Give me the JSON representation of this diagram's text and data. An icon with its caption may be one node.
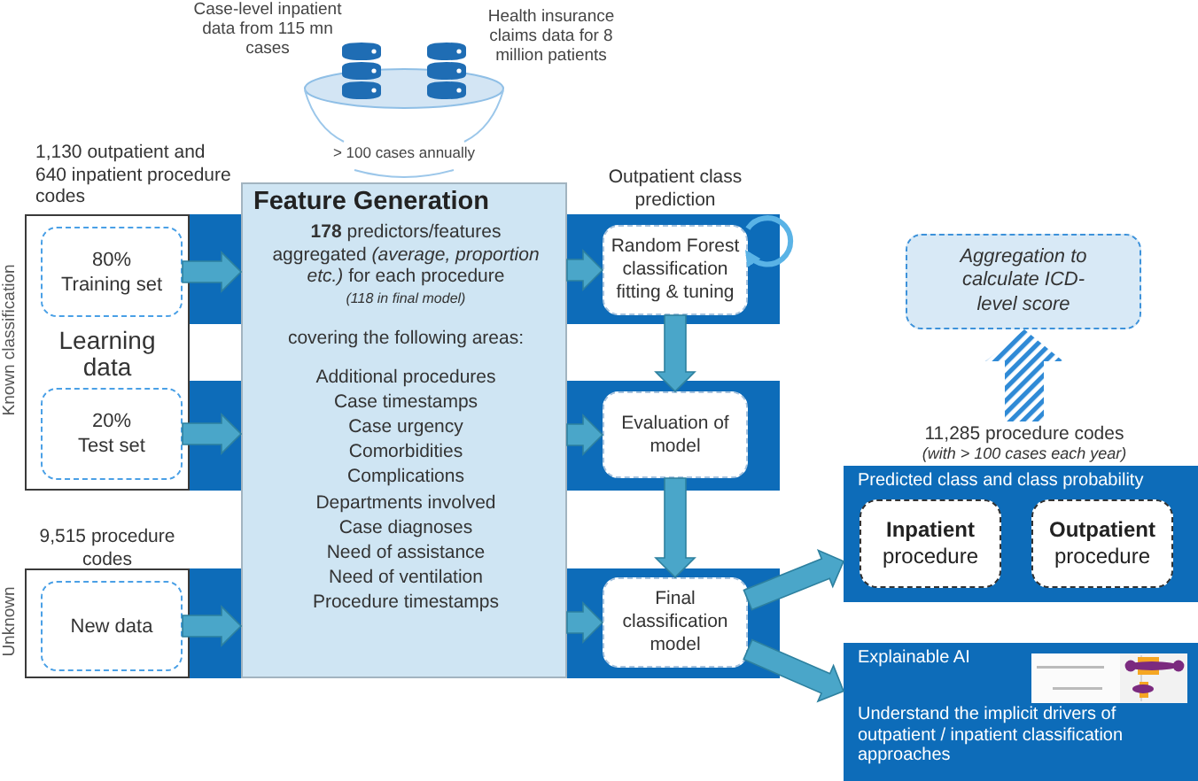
{
  "diagram": {
    "nodes": [
      {
        "text": [
          "> 100 cases annually"
        ]
      },
      {
        "text": [
          "Learning data"
        ],
        "beside": [
          "1,130 outpatient and 640 inpatient procedure codes",
          "Known classification"
        ]
      },
      {
        "text": [
          "80%",
          "Training set"
        ],
        "in": 1
      },
      {
        "text": [
          "20%",
          "Test set"
        ],
        "in": 1
      },
      {
        "text": [],
        "shape": "box",
        "beside": [
          "9,515 procedure codes",
          "Unknown"
        ]
      },
      {
        "text": [
          "New data"
        ],
        "in": 4
      },
      {
        "text": [
          "Feature Generation",
          "**178** predictors/features aggregated *(average, proportion etc.)* for each procedure",
          "(118 in final model)",
          "covering the following areas:",
          "Additional procedures",
          "Case timestamps",
          "Case urgency",
          "Comorbidities",
          "Complications",
          "Departments involved",
          "Case diagnoses",
          "Need of assistance",
          "Need of ventilation",
          "Procedure timestamps"
        ]
      },
      {
        "text": [
          "Random Forest classification fitting & tuning"
        ],
        "beside": [
          "Outpatient class prediction"
        ]
      },
      {
        "text": [
          "Evaluation of model"
        ]
      },
      {
        "text": [
          "Final classification model"
        ]
      },
      {
        "text": [
          "Aggregation to calculate ICD-level score"
        ]
      },
      {
        "text": [
          "11,285 procedure codes",
          "(with > 100 cases each year)"
        ]
      },
      {
        "text": [
          "Predicted class and class probability"
        ]
      },
      {
        "text": [
          "**Inpatient** procedure"
        ],
        "in": 12
      },
      {
        "text": [
          "**Outpatient** procedure"
        ],
        "in": 12
      },
      {
        "text": [
          "Explainable AI",
          "Understand the implicit drivers of outpatient / inpatient classification approaches"
        ]
      }
    ],
    "edges": [
      {
        "from": 2,
        "to": 6,
        "arrow": "to"
      },
      {
        "from": 3,
        "to": 6,
        "arrow": "to"
      },
      {
        "from": 5,
        "to": 6,
        "arrow": "to"
      },
      {
        "from": 6,
        "to": 7,
        "arrow": "to"
      },
      {
        "from": 6,
        "to": 8,
        "arrow": "to"
      },
      {
        "from": 6,
        "to": 9,
        "arrow": "to"
      },
      {
        "from": 7,
        "to": 8,
        "arrow": "to"
      },
      {
        "from": 8,
        "to": 9,
        "arrow": "to"
      },
      {
        "from": 9,
        "to": 12,
        "arrow": "to"
      },
      {
        "from": 9,
        "to": 15,
        "arrow": "to"
      },
      {
        "from": 11,
        "to": 10,
        "arrow": "to",
        "style": "thick",
        "color": "#2f8ad6"
      },
      {
        "from": 7,
        "to": 7,
        "arrow": "to",
        "color": "#5ab3e6"
      }
    ],
    "labels": [
      "Case-level inpatient data from 115 mn cases",
      "Health insurance claims data for 8 million patients"
    ]
  }
}
